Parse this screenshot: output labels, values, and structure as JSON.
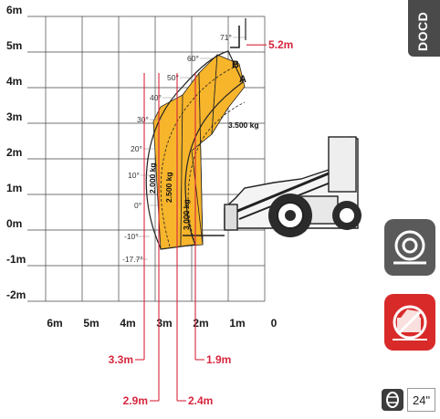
{
  "chart_data": {
    "type": "diagram",
    "x_axis": {
      "labels": [
        "6m",
        "5m",
        "4m",
        "3m",
        "2m",
        "1m",
        "0"
      ],
      "range": [
        6,
        0
      ],
      "reversed": true
    },
    "y_axis": {
      "labels": [
        "6m",
        "5m",
        "4m",
        "3m",
        "2m",
        "1m",
        "0m",
        "-1m",
        "-2m"
      ],
      "range": [
        -2,
        6
      ]
    },
    "grid": true,
    "boom_angles": [
      "71°",
      "60°",
      "50°",
      "40°",
      "30°",
      "20°",
      "10°",
      "0°",
      "-10°",
      "-17.7°"
    ],
    "load_zones": [
      {
        "label": "2.000 kg",
        "color": "#f7b52c"
      },
      {
        "label": "2.500 kg",
        "color": "#f7b52c"
      },
      {
        "label": "3.000 kg",
        "color": "#f7b52c"
      },
      {
        "label": "3.500 kg",
        "color": "#f7b52c"
      }
    ],
    "reference_points": [
      "A",
      "B"
    ],
    "max_height": {
      "label": "5.2m",
      "value": 5.2
    },
    "reach_markers": [
      {
        "label": "3.3m",
        "value": 3.3
      },
      {
        "label": "2.9m",
        "value": 2.9
      },
      {
        "label": "2.4m",
        "value": 2.4
      },
      {
        "label": "1.9m",
        "value": 1.9
      }
    ],
    "colors": {
      "envelope": "#f7b52c",
      "marker": "#d7263d",
      "grid": "#444444"
    }
  },
  "side_panel": {
    "doc_tab_text": "DOCD",
    "tire_icon": "tire-icon",
    "stabilizer_icon": "no-stabilizer-icon",
    "tire_size": "24\""
  }
}
